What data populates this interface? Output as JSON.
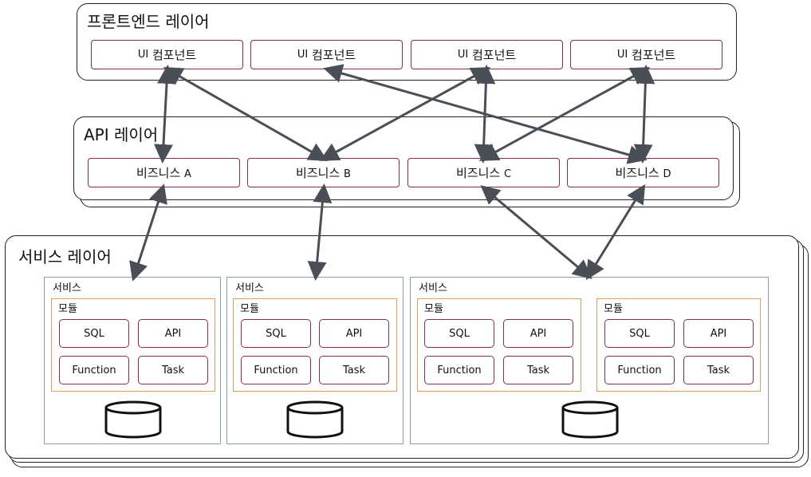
{
  "frontend": {
    "title": "프론트엔드 레이어",
    "components": [
      {
        "prefix": "UI",
        "label": "컴포넌트"
      },
      {
        "prefix": "UI",
        "label": "컴포넌트"
      },
      {
        "prefix": "UI",
        "label": "컴포넌트"
      },
      {
        "prefix": "UI",
        "label": "컴포넌트"
      }
    ]
  },
  "api": {
    "title": "API 레이어",
    "business": [
      {
        "label": "비즈니스",
        "suffix": "A"
      },
      {
        "label": "비즈니스",
        "suffix": "B"
      },
      {
        "label": "비즈니스",
        "suffix": "C"
      },
      {
        "label": "비즈니스",
        "suffix": "D"
      }
    ]
  },
  "service_layer": {
    "title": "서비스 레이어",
    "services": [
      {
        "label": "서비스",
        "modules": [
          {
            "label": "모듈",
            "items": [
              "SQL",
              "API",
              "Function",
              "Task"
            ]
          }
        ]
      },
      {
        "label": "서비스",
        "modules": [
          {
            "label": "모듈",
            "items": [
              "SQL",
              "API",
              "Function",
              "Task"
            ]
          }
        ]
      },
      {
        "label": "서비스",
        "modules": [
          {
            "label": "모듈",
            "items": [
              "SQL",
              "API",
              "Function",
              "Task"
            ]
          },
          {
            "label": "모듈",
            "items": [
              "SQL",
              "API",
              "Function",
              "Task"
            ]
          }
        ]
      }
    ]
  },
  "colors": {
    "layer_border": "#222222",
    "box_border": "#8a2a4a",
    "service_border": "#8a9bb0",
    "module_border": "#e59a5a",
    "arrow": "#4a4f57"
  },
  "icons": [
    "database-icon"
  ]
}
